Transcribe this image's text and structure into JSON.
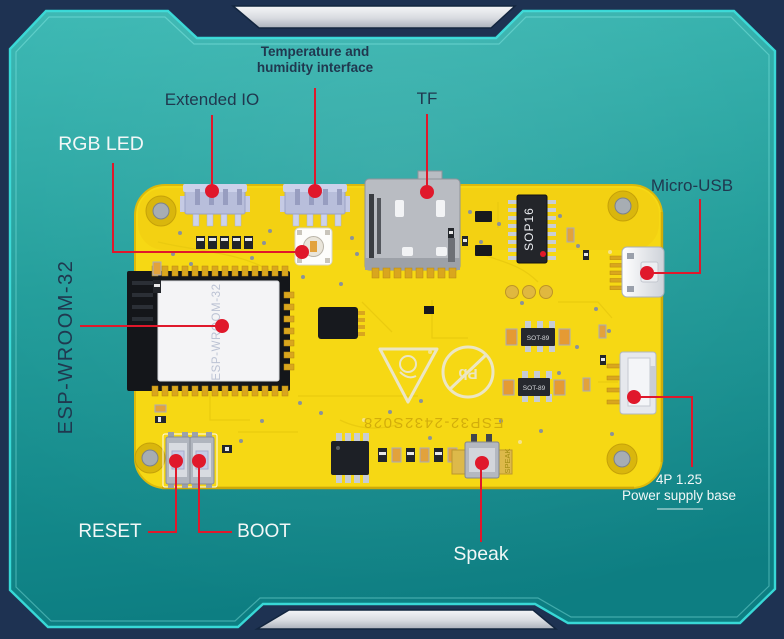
{
  "image": {
    "description": "ESP32 development board rear view with component callouts"
  },
  "colors": {
    "frame_navy": "#1e3252",
    "panel_teal_top": "#36b5b1",
    "panel_teal_bottom": "#0d7e82",
    "panel_border_cyan": "#38d8d6",
    "silver_bar": "#d8dbe0",
    "board_yellow": "#f6d814",
    "callout_red": "#e0182b",
    "label_dark": "#20384f",
    "label_light": "#f2f7f7"
  },
  "callouts": {
    "temp_humidity": {
      "lines": [
        "Temperature and",
        "humidity interface"
      ]
    },
    "extended_io": {
      "label": "Extended IO"
    },
    "rgb_led": {
      "label": "RGB LED"
    },
    "tf": {
      "label": "TF"
    },
    "micro_usb": {
      "label": "Micro-USB"
    },
    "esp_module": {
      "label": "ESP-WROOM-32"
    },
    "reset": {
      "label": "RESET"
    },
    "boot": {
      "label": "BOOT"
    },
    "speak": {
      "label": "Speak"
    },
    "power_base": {
      "lines": [
        "4P 1.25",
        "Power supply base"
      ]
    }
  },
  "board_markings": {
    "module": "ESP-WROOM-32",
    "model": "ESP32-2432S028",
    "sop16": "SOP16",
    "sot89": "SOT-89",
    "speaker": "SPEAK",
    "pb_free": "Pb"
  }
}
